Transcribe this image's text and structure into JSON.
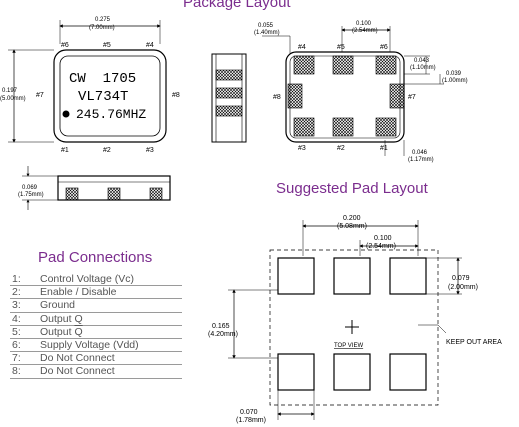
{
  "titles": {
    "package_layout": "Package Layout",
    "suggested_pad_layout": "Suggested Pad Layout",
    "pad_connections": "Pad Connections"
  },
  "colors": {
    "title": "#7b2d8e",
    "line": "#000000",
    "rule": "#9a9a9a",
    "text": "#555555"
  },
  "top_view": {
    "width_in": "0.275",
    "width_mm": "(7.00mm)",
    "height_in": "0.197",
    "height_mm": "(5.00mm)",
    "marking_line1": "CW  1705",
    "marking_line2": "VL734T",
    "marking_line3": "245.76MHZ",
    "pins": {
      "p6": "#6",
      "p5": "#5",
      "p4": "#4",
      "p7": "#7",
      "p8": "#8",
      "p1": "#1",
      "p2": "#2",
      "p3": "#3"
    }
  },
  "bottom_view": {
    "pad_width_in": "0.055",
    "pad_width_mm": "(1.40mm)",
    "pitch_in": "0.100",
    "pitch_mm": "(2.54mm)",
    "pad_height_in": "0.043",
    "pad_height_mm": "(1.10mm)",
    "side_pad_in": "0.039",
    "side_pad_mm": "(1.00mm)",
    "corner_in": "0.046",
    "corner_mm": "(1.17mm)",
    "pins": {
      "p4": "#4",
      "p5": "#5",
      "p6": "#6",
      "p8": "#8",
      "p7": "#7",
      "p3": "#3",
      "p2": "#2",
      "p1": "#1"
    }
  },
  "side_view": {
    "height_in": "0.069",
    "height_mm": "(1.75mm)"
  },
  "pad_layout": {
    "outer_in": "0.200",
    "outer_mm": "(5.08mm)",
    "pitch_in": "0.100",
    "pitch_mm": "(2.54mm)",
    "pad_h_in": "0.079",
    "pad_h_mm": "(2.00mm)",
    "row_in": "0.165",
    "row_mm": "(4.20mm)",
    "pad_w_in": "0.070",
    "pad_w_mm": "(1.78mm)",
    "top_view_label": "TOP VIEW",
    "keep_out_label": "KEEP OUT AREA"
  },
  "pad_connections": [
    {
      "num": "1:",
      "label": "Control Voltage (Vc)"
    },
    {
      "num": "2:",
      "label": "Enable / Disable"
    },
    {
      "num": "3:",
      "label": "Ground"
    },
    {
      "num": "4:",
      "label": "Output Q"
    },
    {
      "num": "5:",
      "label": "Output",
      "overline": "Q"
    },
    {
      "num": "6:",
      "label": "Supply Voltage (Vdd)"
    },
    {
      "num": "7:",
      "label": "Do Not Connect"
    },
    {
      "num": "8:",
      "label": "Do Not Connect"
    }
  ]
}
